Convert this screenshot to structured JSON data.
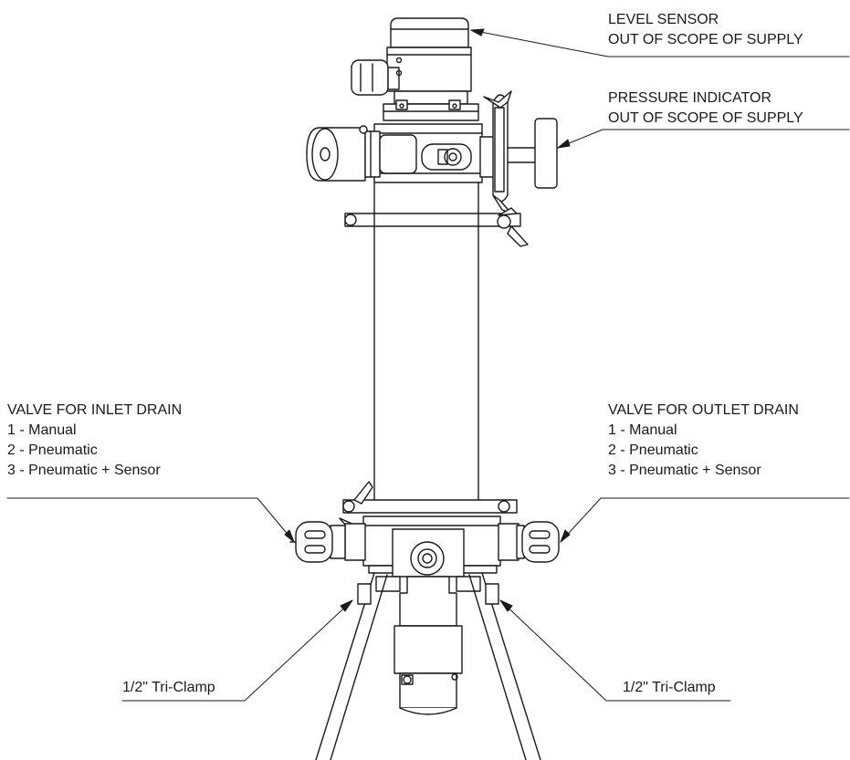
{
  "callouts": {
    "level_sensor": {
      "line1": "LEVEL SENSOR",
      "line2": "OUT OF SCOPE OF SUPPLY"
    },
    "pressure_indicator": {
      "line1": "PRESSURE INDICATOR",
      "line2": "OUT OF SCOPE OF SUPPLY"
    },
    "inlet_drain_valve": {
      "title": "VALVE FOR INLET DRAIN",
      "options": [
        "1 - Manual",
        "2 - Pneumatic",
        "3 - Pneumatic + Sensor"
      ]
    },
    "outlet_drain_valve": {
      "title": "VALVE FOR OUTLET DRAIN",
      "options": [
        "1 - Manual",
        "2 - Pneumatic",
        "3 - Pneumatic + Sensor"
      ]
    },
    "tri_clamp_left": {
      "label": "1/2\" Tri-Clamp"
    },
    "tri_clamp_right": {
      "label": "1/2\" Tri-Clamp"
    }
  },
  "colors": {
    "line": "#1a1a1a",
    "fill": "#ffffff"
  }
}
